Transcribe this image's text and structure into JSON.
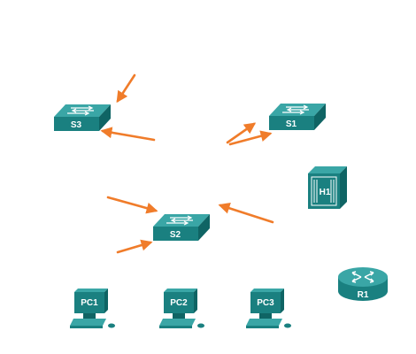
{
  "devices": {
    "s3": {
      "label": "S3",
      "icon": "switch-icon"
    },
    "s1": {
      "label": "S1",
      "icon": "switch-icon"
    },
    "s2": {
      "label": "S2",
      "icon": "switch-icon"
    },
    "h1": {
      "label": "H1",
      "icon": "hub-icon"
    },
    "r1": {
      "label": "R1",
      "icon": "router-icon"
    },
    "pc1": {
      "label": "PC1",
      "icon": "pc-icon"
    },
    "pc2": {
      "label": "PC2",
      "icon": "pc-icon"
    },
    "pc3": {
      "label": "PC3",
      "icon": "pc-icon"
    }
  },
  "colors": {
    "device_top": "#3aa6a6",
    "device_front": "#1a8080",
    "device_side": "#0f6464",
    "arrow": "#f07c2a"
  }
}
